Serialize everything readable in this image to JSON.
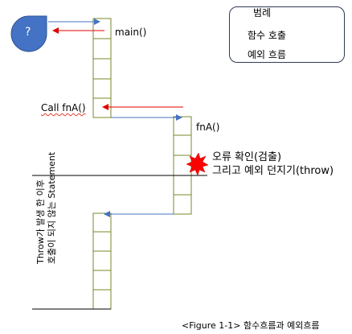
{
  "caller_symbol": "?",
  "frames": {
    "main": "main()",
    "fnA": "fnA()",
    "call_label": "Call fnA()"
  },
  "error_note": {
    "line1": "오류 확인(검출)",
    "line2": "그리고 예외 던지기(throw)"
  },
  "skipped_note": {
    "line1": "Throw가 발생 한 이후",
    "line2": "호출이 되지 않는 Statement"
  },
  "legend": {
    "title": "범례",
    "function_call": "함수 호출",
    "exception_flow": "예외 흐름"
  },
  "caption": "<Figure 1-1> 함수흐름과 예외흐름",
  "colors": {
    "call_arrow": "#4472c4",
    "exception_arrow": "#e00000",
    "stack_border": "#7a8a2a",
    "caller_fill": "#4472c4",
    "burst": "#ff0000"
  }
}
